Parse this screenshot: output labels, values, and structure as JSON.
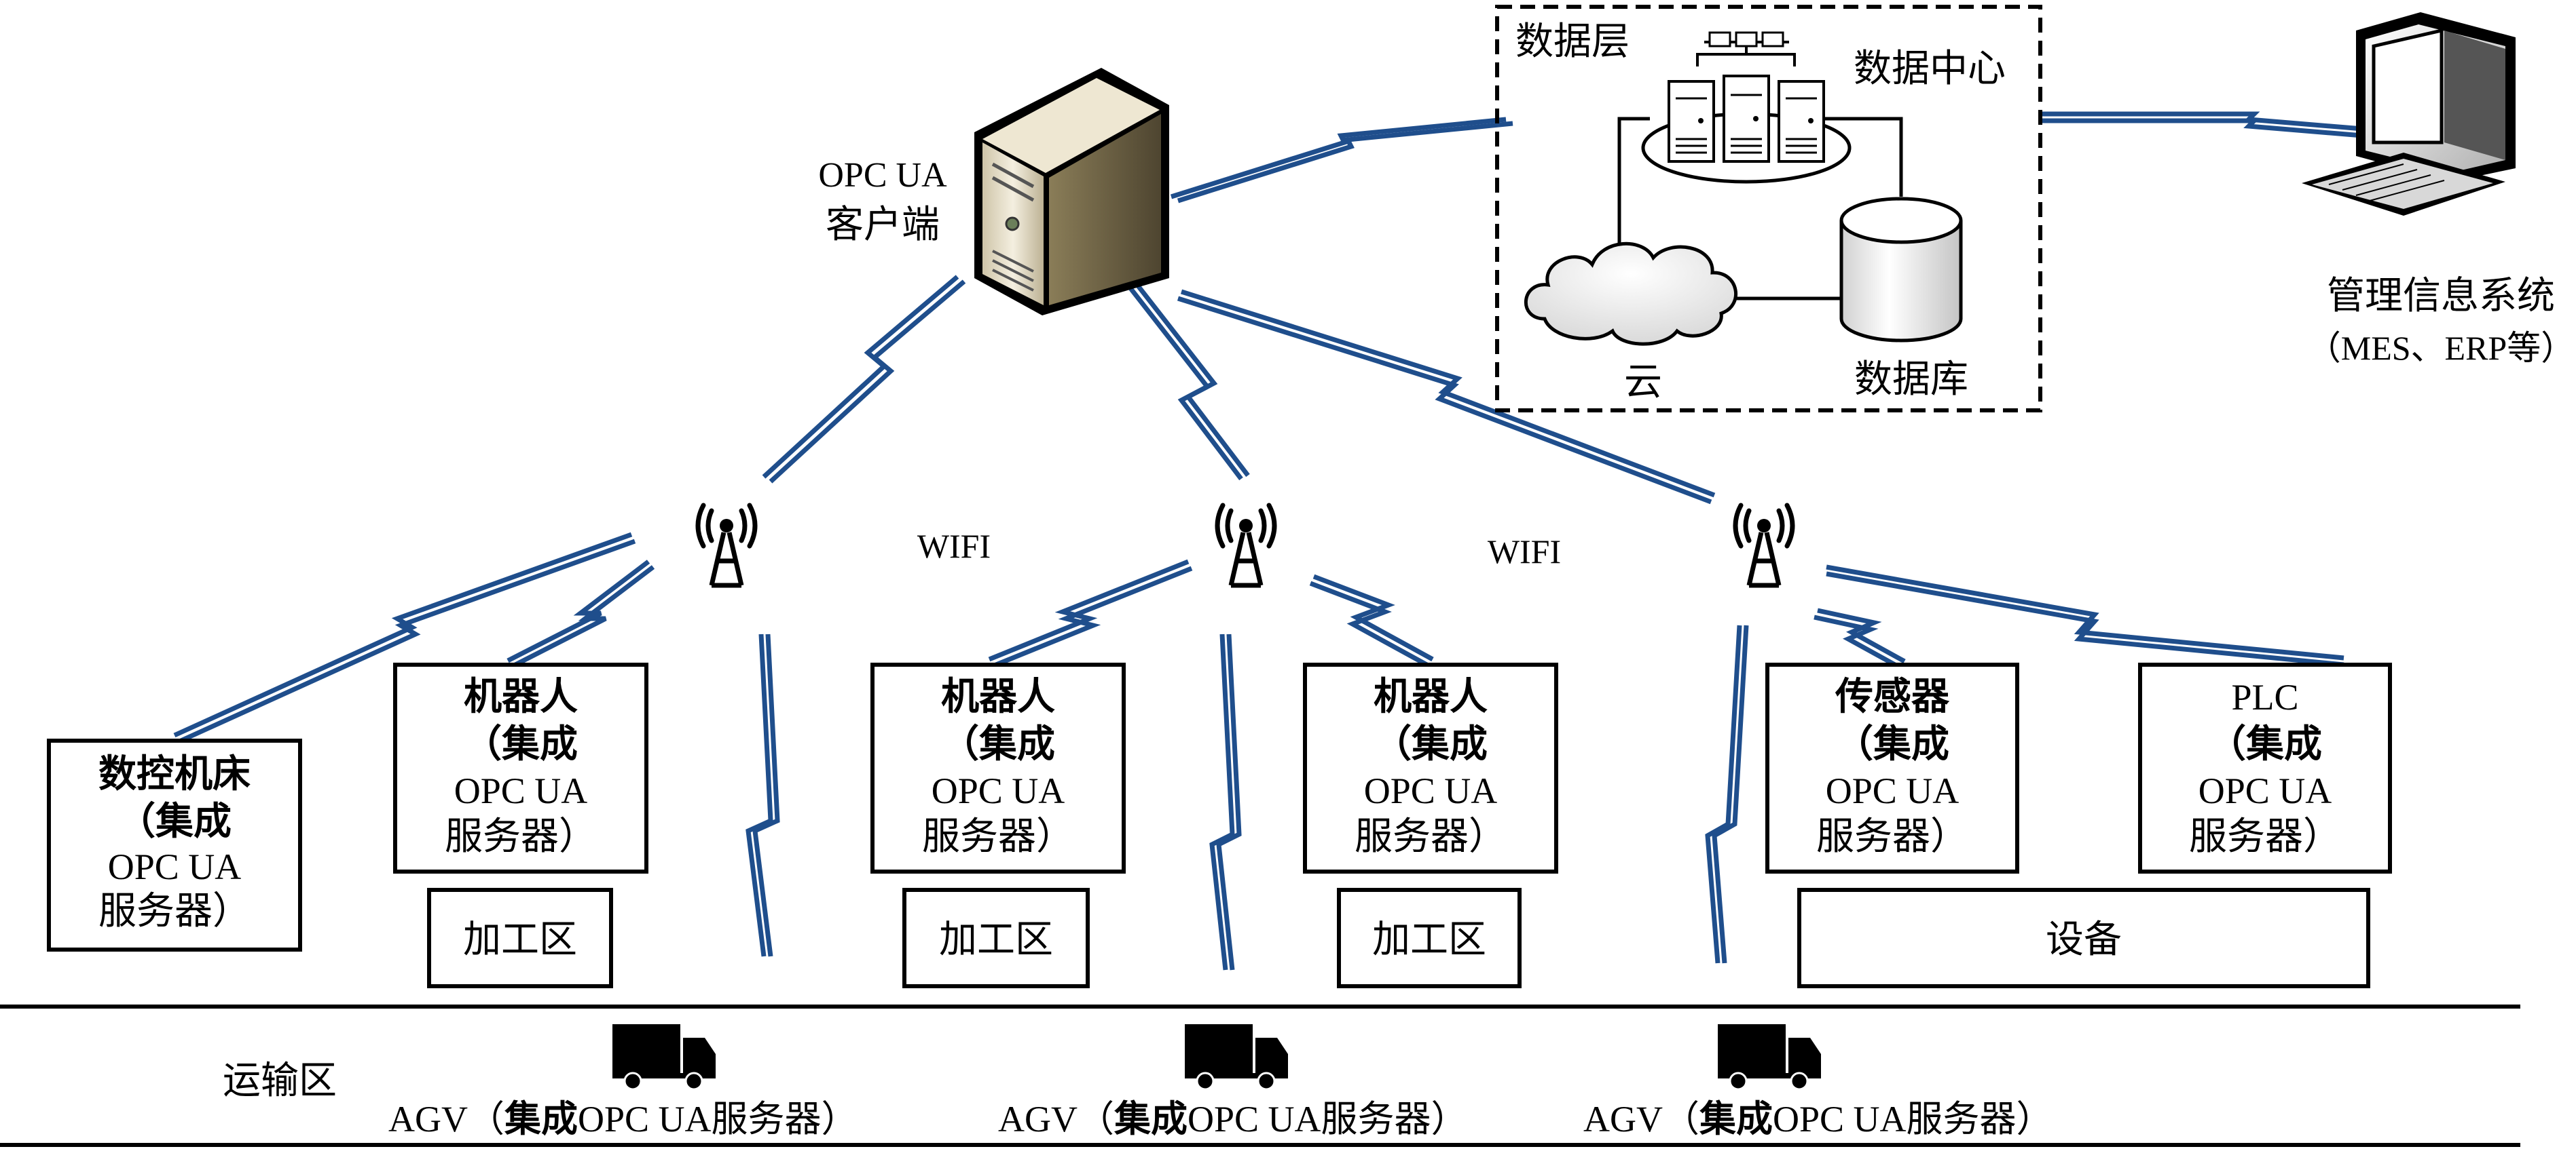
{
  "client": {
    "line1": "OPC UA",
    "line2": "客户端"
  },
  "data_layer": {
    "title": "数据层",
    "datacenter": "数据中心",
    "cloud": "云",
    "database": "数据库"
  },
  "mis": {
    "line1": "管理信息系统",
    "line2": "（MES、ERP等）"
  },
  "wifi_labels": [
    "WIFI",
    "WIFI"
  ],
  "devices": [
    {
      "title": "数控机床",
      "l2": "（集成",
      "l3": "OPC  UA",
      "l4": "服务器）"
    },
    {
      "title": "机器人",
      "l2": "（集成",
      "l3": "OPC  UA",
      "l4": "服务器）"
    },
    {
      "title": "机器人",
      "l2": "（集成",
      "l3": "OPC  UA",
      "l4": "服务器）"
    },
    {
      "title": "机器人",
      "l2": "（集成",
      "l3": "OPC  UA",
      "l4": "服务器）"
    },
    {
      "title": "传感器",
      "l2": "（集成",
      "l3": "OPC  UA",
      "l4": "服务器）"
    },
    {
      "title": "PLC",
      "l2": "（集成",
      "l3": "OPC  UA",
      "l4": "服务器）"
    }
  ],
  "areas": [
    "加工区",
    "加工区",
    "加工区",
    "设备"
  ],
  "transport": {
    "label": "运输区",
    "agvs": [
      {
        "a": "AGV（",
        "b": "集成",
        "c": "OPC  UA",
        "d": "服务器）"
      },
      {
        "a": "AGV（",
        "b": "集成",
        "c": "OPC  UA",
        "d": "服务器）"
      },
      {
        "a": "AGV（",
        "b": "集成",
        "c": "OPC  UA",
        "d": "服务器）"
      }
    ]
  },
  "colors": {
    "link": "#1F4E8C",
    "line": "#000000"
  },
  "icons": [
    "server-icon",
    "antenna-icon",
    "cloud-icon",
    "database-icon",
    "computer-icon",
    "truck-icon"
  ]
}
